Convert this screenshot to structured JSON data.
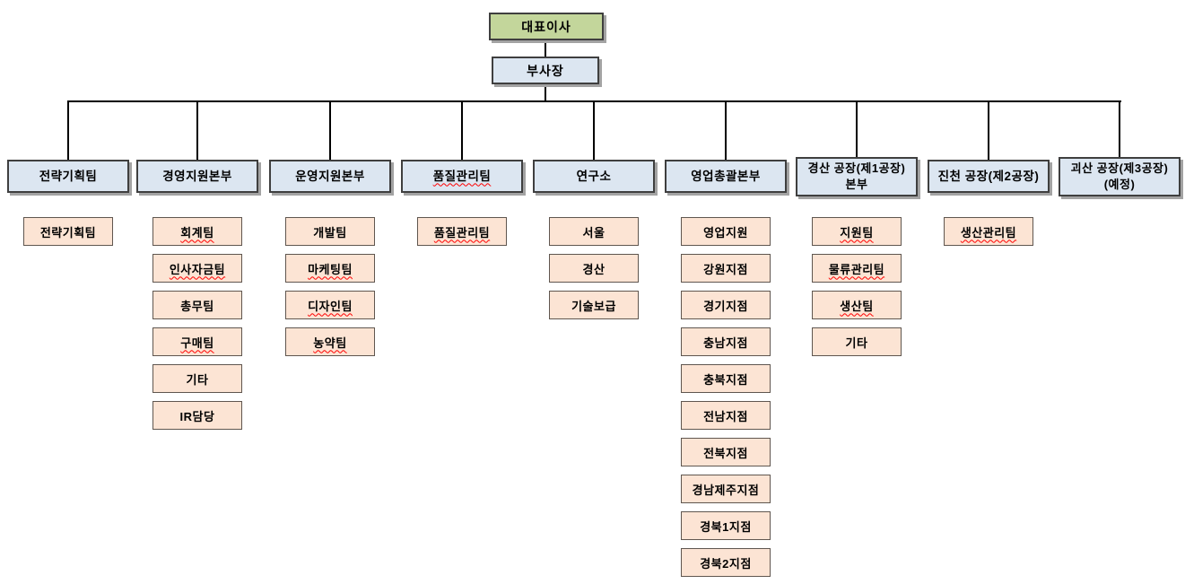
{
  "colors": {
    "executive_fill": "#c3d69b",
    "division_fill": "#dce6f1",
    "team_fill": "#fce4d4",
    "connector": "#000000",
    "spellcheck_underline": "#ff0000"
  },
  "root": {
    "label": "대표이사"
  },
  "deputy": {
    "label": "부사장"
  },
  "departments": [
    {
      "lines": [
        "전략기획팀"
      ],
      "misspelled": false,
      "children": [
        {
          "label": "전략기획팀",
          "misspelled": false
        }
      ]
    },
    {
      "lines": [
        "경영지원본부"
      ],
      "misspelled": false,
      "children": [
        {
          "label": "회계팀",
          "misspelled": true
        },
        {
          "label": "인사자금팀",
          "misspelled": true
        },
        {
          "label": "총무팀",
          "misspelled": false
        },
        {
          "label": "구매팀",
          "misspelled": true
        },
        {
          "label": "기타",
          "misspelled": false
        },
        {
          "label": "IR담당",
          "misspelled": false
        }
      ]
    },
    {
      "lines": [
        "운영지원본부"
      ],
      "misspelled": false,
      "children": [
        {
          "label": "개발팀",
          "misspelled": false
        },
        {
          "label": "마케팅팀",
          "misspelled": true
        },
        {
          "label": "디자인팀",
          "misspelled": true
        },
        {
          "label": "농약팀",
          "misspelled": true
        }
      ]
    },
    {
      "lines": [
        "품질관리팀"
      ],
      "misspelled": true,
      "children": [
        {
          "label": "품질관리팀",
          "misspelled": true
        }
      ]
    },
    {
      "lines": [
        "연구소"
      ],
      "misspelled": false,
      "children": [
        {
          "label": "서울",
          "misspelled": false
        },
        {
          "label": "경산",
          "misspelled": false
        },
        {
          "label": "기술보급",
          "misspelled": false
        }
      ]
    },
    {
      "lines": [
        "영업총괄본부"
      ],
      "misspelled": false,
      "children": [
        {
          "label": "영업지원",
          "misspelled": false
        },
        {
          "label": "강원지점",
          "misspelled": false
        },
        {
          "label": "경기지점",
          "misspelled": false
        },
        {
          "label": "충남지점",
          "misspelled": false
        },
        {
          "label": "충북지점",
          "misspelled": false
        },
        {
          "label": "전남지점",
          "misspelled": false
        },
        {
          "label": "전북지점",
          "misspelled": false
        },
        {
          "label": "경남제주지점",
          "misspelled": false
        },
        {
          "label": "경북1지점",
          "misspelled": false
        },
        {
          "label": "경북2지점",
          "misspelled": false
        }
      ]
    },
    {
      "lines": [
        "경산 공장(제1공장)",
        "본부"
      ],
      "misspelled": false,
      "children": [
        {
          "label": "지원팀",
          "misspelled": true
        },
        {
          "label": "물류관리팀",
          "misspelled": true
        },
        {
          "label": "생산팀",
          "misspelled": true
        },
        {
          "label": "기타",
          "misspelled": false
        }
      ]
    },
    {
      "lines": [
        "진천 공장(제2공장)"
      ],
      "misspelled": false,
      "children": [
        {
          "label": "생산관리팀",
          "misspelled": true
        }
      ]
    },
    {
      "lines": [
        "괴산 공장(제3공장)",
        "(예정)"
      ],
      "misspelled": false,
      "children": []
    }
  ]
}
